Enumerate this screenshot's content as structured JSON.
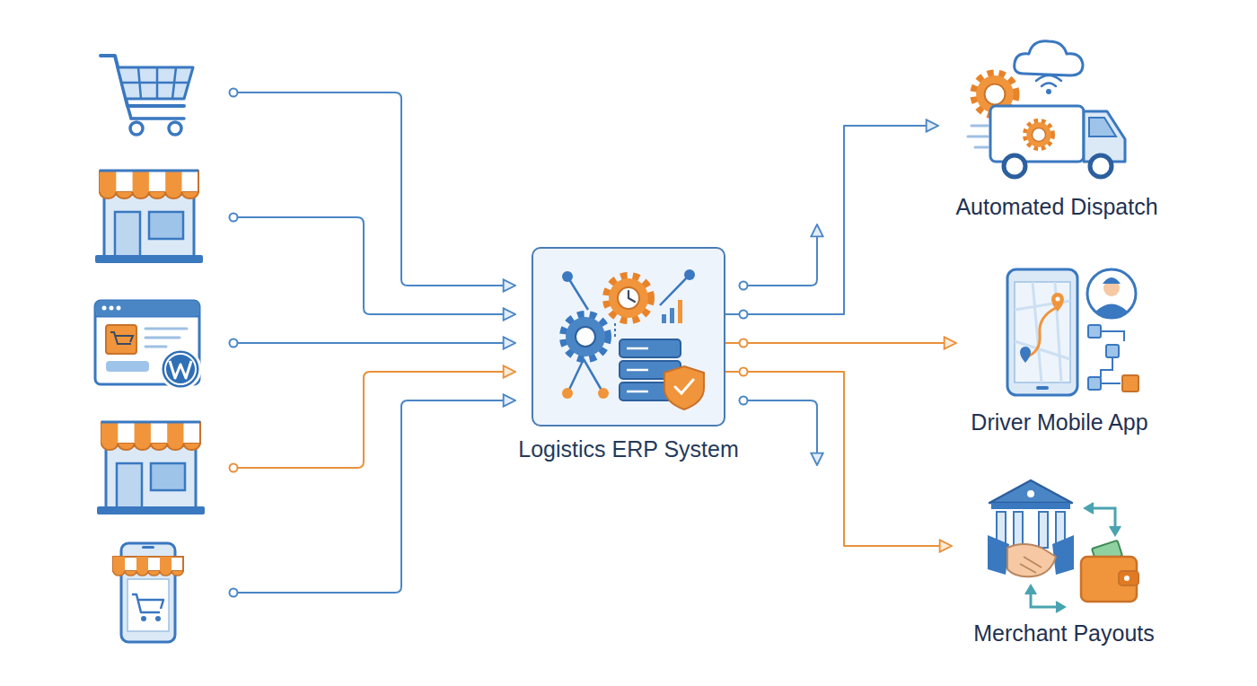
{
  "diagram": {
    "nodes": [
      {
        "text": [
          "Logistics ERP System"
        ]
      },
      {
        "text": [
          "Automated Dispatch"
        ]
      },
      {
        "text": [
          "Driver Mobile App"
        ]
      },
      {
        "text": [
          "Merchant Payouts"
        ]
      }
    ],
    "edges": [
      {
        "from": 0,
        "to": 1,
        "arrow": "to"
      },
      {
        "from": 0,
        "to": 2,
        "arrow": "to"
      },
      {
        "from": 0,
        "to": 3,
        "arrow": "to"
      }
    ]
  }
}
